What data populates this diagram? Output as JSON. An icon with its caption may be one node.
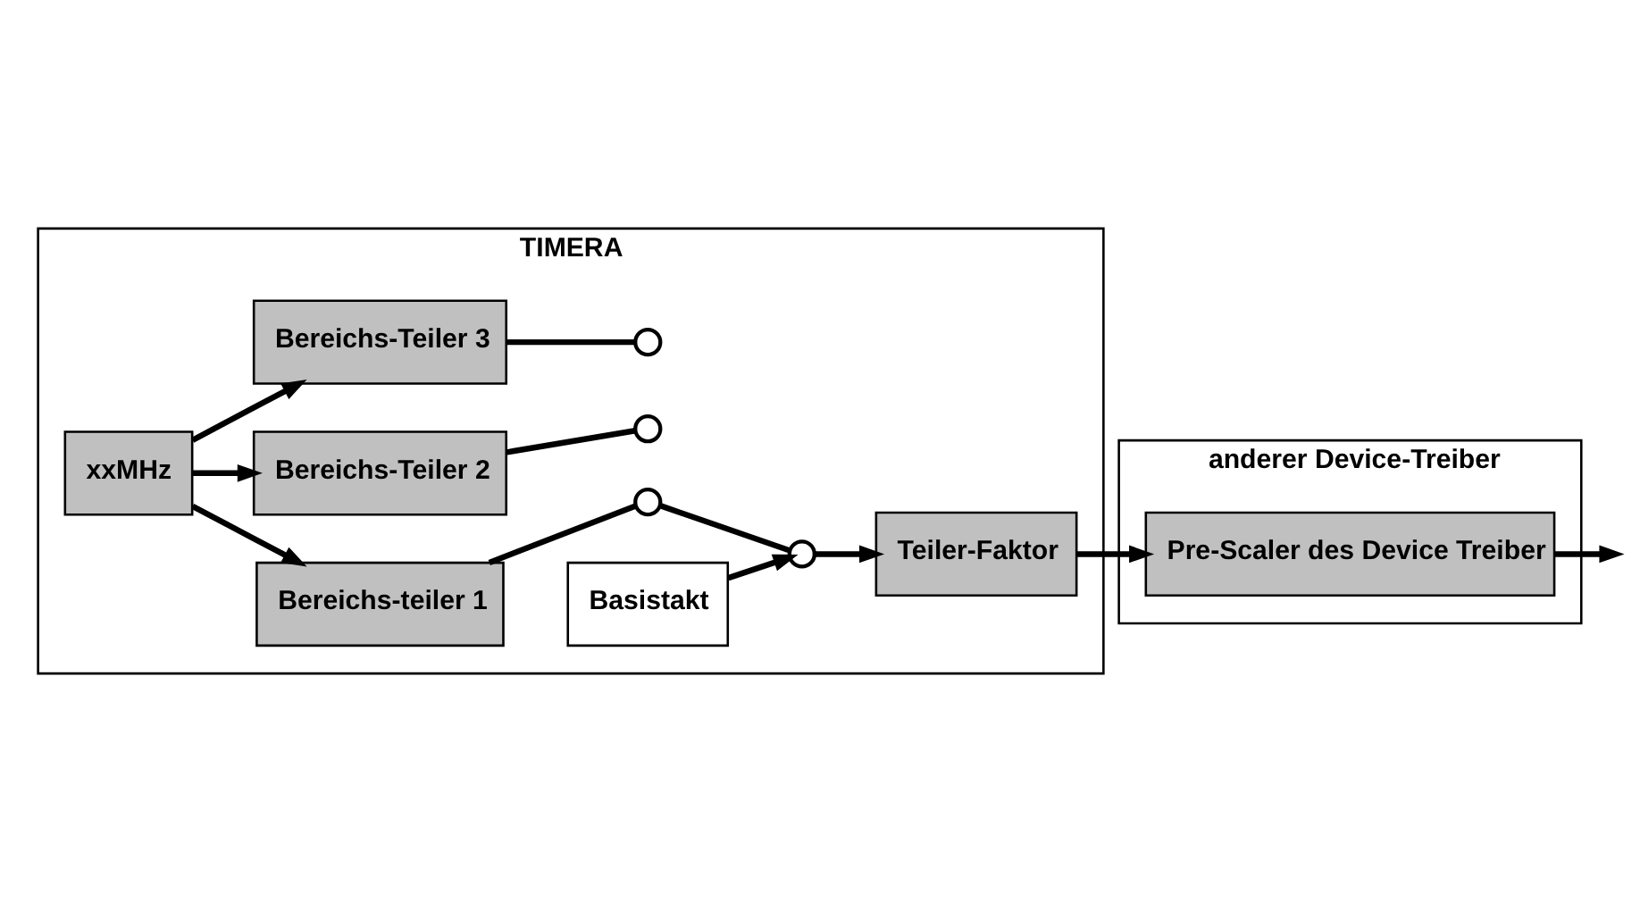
{
  "diagram": {
    "nodes": [
      {
        "text": [
          "TIMERA"
        ]
      },
      {
        "text": [
          "anderer Device-Treiber"
        ]
      },
      {
        "text": [
          "xxMHz"
        ],
        "in": 0
      },
      {
        "text": [
          "Bereichs-teiler 1"
        ],
        "in": 0
      },
      {
        "text": [
          "Bereichs-Teiler 2"
        ],
        "in": 0
      },
      {
        "text": [
          "Bereichs-Teiler 3"
        ],
        "in": 0
      },
      {
        "text": [],
        "shape": "circle",
        "in": 0
      },
      {
        "text": [],
        "shape": "circle",
        "in": 0
      },
      {
        "text": [],
        "shape": "circle",
        "in": 0
      },
      {
        "text": [],
        "shape": "circle",
        "in": 0
      },
      {
        "text": [
          "Teiler-Faktor"
        ],
        "in": 0
      },
      {
        "text": [
          "Basistakt"
        ],
        "in": 0
      },
      {
        "text": [
          "Pre-Scaler des Device Treiber"
        ],
        "in": 1
      }
    ],
    "edges": [
      {
        "from": 2,
        "to": 3,
        "arrow": "to"
      },
      {
        "from": 2,
        "to": 4,
        "arrow": "to"
      },
      {
        "from": 2,
        "to": 5,
        "arrow": "to"
      },
      {
        "from": 3,
        "to": 6,
        "arrow": "none"
      },
      {
        "from": 4,
        "to": 7,
        "arrow": "none"
      },
      {
        "from": 5,
        "to": 8,
        "arrow": "none"
      },
      {
        "from": 6,
        "to": 9,
        "arrow": "none"
      },
      {
        "from": 9,
        "to": 10,
        "arrow": "to"
      },
      {
        "from": 11,
        "to": 9,
        "arrow": "to"
      },
      {
        "from": 10,
        "to": 12,
        "arrow": "to"
      },
      {
        "from": 12,
        "to": null,
        "arrow": "to"
      }
    ]
  }
}
